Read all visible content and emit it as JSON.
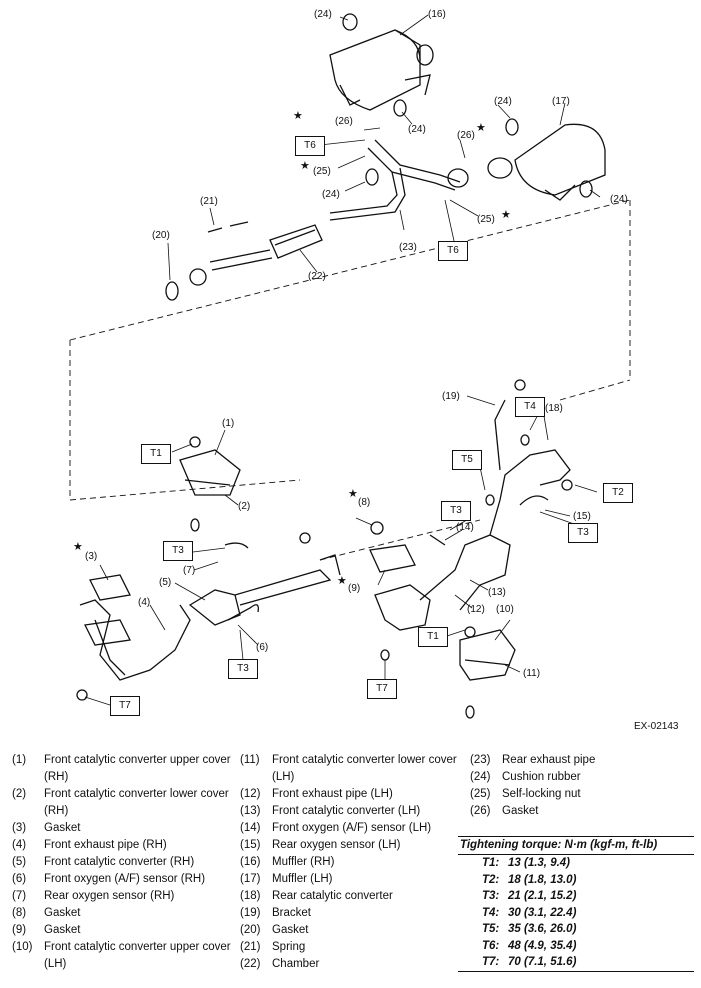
{
  "diagram": {
    "part_labels": [
      "(1)",
      "(2)",
      "(3)",
      "(4)",
      "(5)",
      "(6)",
      "(7)",
      "(8)",
      "(9)",
      "(10)",
      "(11)",
      "(12)",
      "(13)",
      "(14)",
      "(15)",
      "(16)",
      "(17)",
      "(18)",
      "(19)",
      "(20)",
      "(21)",
      "(22)",
      "(23)",
      "(24)",
      "(24)",
      "(24)",
      "(24)",
      "(24)",
      "(25)",
      "(25)",
      "(26)",
      "(26)"
    ],
    "torque_tags": [
      "T1",
      "T1",
      "T2",
      "T3",
      "T3",
      "T3",
      "T3",
      "T4",
      "T5",
      "T6",
      "T6",
      "T7",
      "T7"
    ],
    "star_mark": "★",
    "figure_code": "EX-02143"
  },
  "legend": {
    "col1": [
      {
        "num": "(1)",
        "text": "Front catalytic converter upper cover (RH)"
      },
      {
        "num": "(2)",
        "text": "Front catalytic converter lower cover (RH)"
      },
      {
        "num": "(3)",
        "text": "Gasket"
      },
      {
        "num": "(4)",
        "text": "Front exhaust pipe (RH)"
      },
      {
        "num": "(5)",
        "text": "Front catalytic converter (RH)"
      },
      {
        "num": "(6)",
        "text": "Front oxygen (A/F) sensor (RH)"
      },
      {
        "num": "(7)",
        "text": "Rear oxygen sensor (RH)"
      },
      {
        "num": "(8)",
        "text": "Gasket"
      },
      {
        "num": "(9)",
        "text": "Gasket"
      },
      {
        "num": "(10)",
        "text": "Front catalytic converter upper cover (LH)"
      }
    ],
    "col2": [
      {
        "num": "(11)",
        "text": "Front catalytic converter lower cover (LH)"
      },
      {
        "num": "(12)",
        "text": "Front exhaust pipe (LH)"
      },
      {
        "num": "(13)",
        "text": "Front catalytic converter (LH)"
      },
      {
        "num": "(14)",
        "text": "Front oxygen (A/F) sensor (LH)"
      },
      {
        "num": "(15)",
        "text": "Rear oxygen sensor (LH)"
      },
      {
        "num": "(16)",
        "text": "Muffler (RH)"
      },
      {
        "num": "(17)",
        "text": "Muffler (LH)"
      },
      {
        "num": "(18)",
        "text": "Rear catalytic converter"
      },
      {
        "num": "(19)",
        "text": "Bracket"
      },
      {
        "num": "(20)",
        "text": "Gasket"
      },
      {
        "num": "(21)",
        "text": "Spring"
      },
      {
        "num": "(22)",
        "text": "Chamber"
      }
    ],
    "col3": [
      {
        "num": "(23)",
        "text": "Rear exhaust pipe"
      },
      {
        "num": "(24)",
        "text": "Cushion rubber"
      },
      {
        "num": "(25)",
        "text": "Self-locking nut"
      },
      {
        "num": "(26)",
        "text": "Gasket"
      }
    ]
  },
  "torque": {
    "header": "Tightening torque: N·m (kgf-m, ft-lb)",
    "rows": [
      {
        "key": "T1:",
        "value": "13 (1.3, 9.4)"
      },
      {
        "key": "T2:",
        "value": "18 (1.8, 13.0)"
      },
      {
        "key": "T3:",
        "value": "21 (2.1, 15.2)"
      },
      {
        "key": "T4:",
        "value": "30 (3.1, 22.4)"
      },
      {
        "key": "T5:",
        "value": "35 (3.6, 26.0)"
      },
      {
        "key": "T6:",
        "value": "48 (4.9, 35.4)"
      },
      {
        "key": "T7:",
        "value": "70 (7.1, 51.6)"
      }
    ]
  }
}
